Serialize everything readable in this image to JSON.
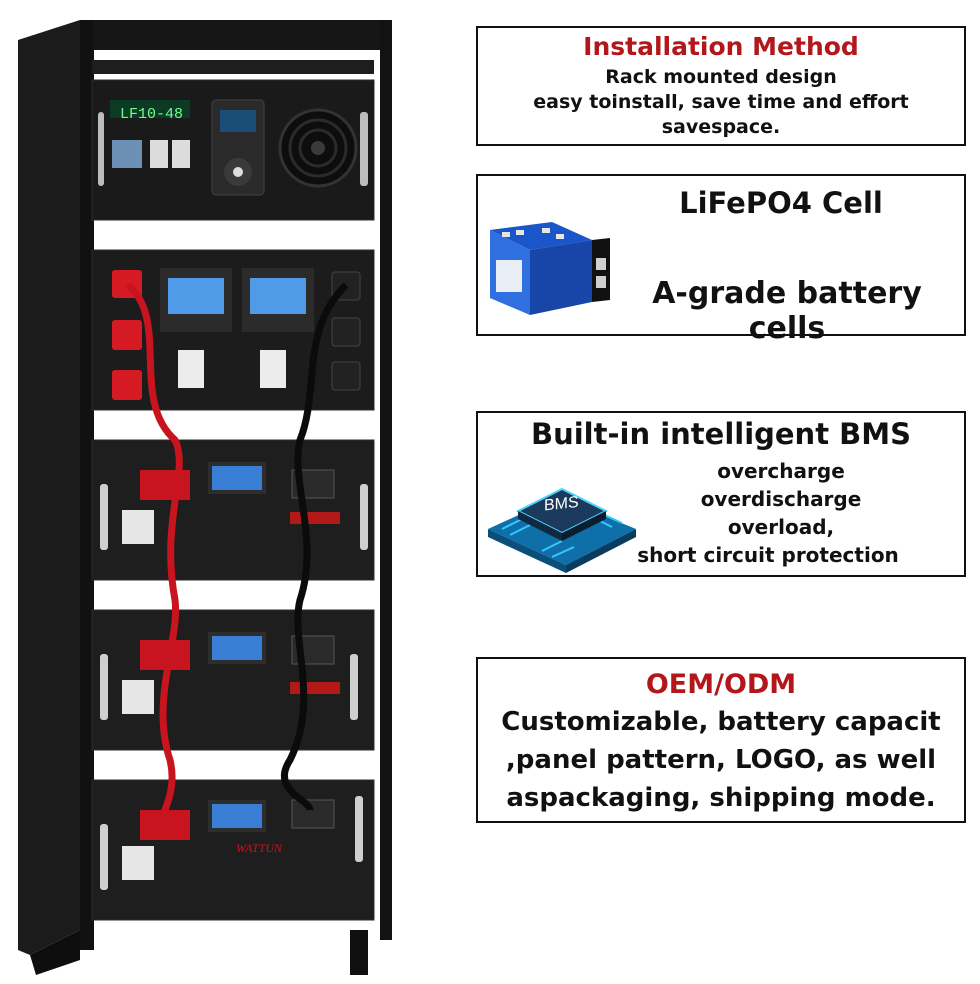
{
  "rack": {
    "top_display": "LF10-48",
    "module_brand": "WATTUN"
  },
  "cards": {
    "installation": {
      "title": "Installation Method",
      "lines": [
        "Rack mounted design",
        "easy toinstall, save time and effort",
        "savespace."
      ]
    },
    "cell": {
      "title": "LiFePO4 Cell",
      "subtitle": "A-grade battery cells"
    },
    "bms": {
      "title": "Built-in intelligent BMS",
      "chip_label": "BMS",
      "features": [
        "overcharge",
        "overdischarge",
        "overload,",
        "short circuit protection"
      ]
    },
    "oem": {
      "title": "OEM/ODM",
      "lines": [
        "Customizable, battery capacit",
        ",panel pattern, LOGO, as well",
        "aspackaging, shipping mode."
      ]
    }
  },
  "colors": {
    "accent_red": "#b3161b",
    "rack_black": "#151515",
    "cable_red": "#c8141e",
    "screen_blue": "#3a7fd6"
  }
}
